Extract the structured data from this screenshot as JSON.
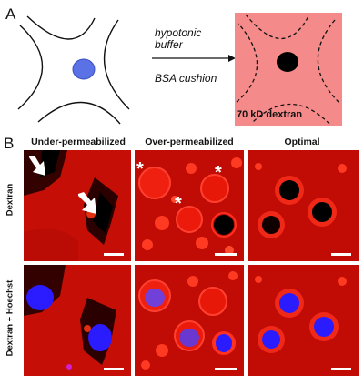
{
  "panel_a": {
    "letter": "A",
    "arrow_top_lines": [
      "hypotonic",
      "buffer"
    ],
    "arrow_bottom": "BSA cushion",
    "result_label": "70 kD dextran",
    "colors": {
      "nucleus": "#5a72e6",
      "dextran_bg": "#f58a8a",
      "nucleus_dark": "#000000"
    }
  },
  "panel_b": {
    "letter": "B",
    "columns": [
      "Under-permeabilized",
      "Over-permeabilized",
      "Optimal"
    ],
    "rows": [
      "Dextran",
      "Dextran + Hoechst"
    ],
    "asterisk": "*",
    "colors": {
      "dextran": "#c81008",
      "hoechst": "#2a1cff",
      "scalebar": "#ffffff"
    }
  }
}
